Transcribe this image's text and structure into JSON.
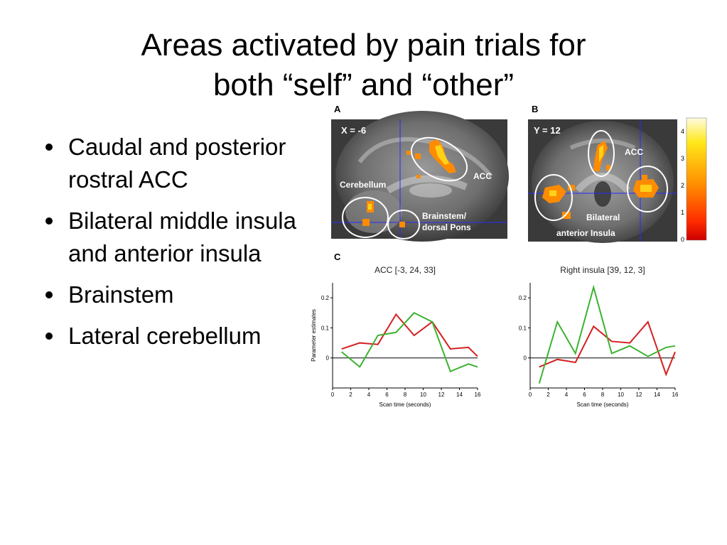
{
  "slide": {
    "title_line1": "Areas activated by pain trials for",
    "title_line2": "both “self” and “other”",
    "bullets": [
      "Caudal and posterior rostral ACC",
      "Bilateral middle insula and anterior insula",
      "Brainstem",
      "Lateral cerebellum"
    ]
  },
  "figure": {
    "panel_a": {
      "letter": "A",
      "coord": "X = -6",
      "labels": {
        "acc": "ACC",
        "cerebellum": "Cerebellum",
        "brainstem_1": "Brainstem/",
        "brainstem_2": "dorsal Pons"
      }
    },
    "panel_b": {
      "letter": "B",
      "coord": "Y = 12",
      "labels": {
        "acc": "ACC",
        "insula_1": "Bilateral",
        "insula_2": "anterior  Insula"
      }
    },
    "colorbar_ticks": [
      "4",
      "3",
      "2",
      "1",
      "0"
    ],
    "panel_c_letter": "C",
    "colors": {
      "series_red": "#d42020",
      "series_green": "#3cb330",
      "activation_hot": "#ff8c00",
      "activation_core": "#ffd21a"
    }
  },
  "chart_data": [
    {
      "type": "line",
      "title": "ACC [-3, 24, 33]",
      "xlabel": "Scan time (seconds)",
      "ylabel": "Parameter estimates",
      "xlim": [
        0,
        16
      ],
      "ylim": [
        -0.1,
        0.25
      ],
      "x_ticks": [
        0,
        2,
        4,
        6,
        8,
        10,
        12,
        14,
        16
      ],
      "y_ticks": [
        0,
        0.1,
        0.2
      ],
      "x_tick_labels": [
        "0",
        "2",
        "4",
        "6",
        "8",
        "10",
        "12",
        "14",
        "16"
      ],
      "y_tick_labels": [
        "0",
        "0.1",
        "0.2"
      ],
      "series": [
        {
          "color": "#d42020",
          "x": [
            1,
            3,
            5,
            7,
            9,
            11,
            13,
            15,
            16
          ],
          "y": [
            0.03,
            0.05,
            0.045,
            0.145,
            0.075,
            0.12,
            0.03,
            0.035,
            0.005
          ]
        },
        {
          "color": "#3cb330",
          "x": [
            1,
            3,
            5,
            7,
            9,
            11,
            13,
            15,
            16
          ],
          "y": [
            0.02,
            -0.03,
            0.075,
            0.085,
            0.15,
            0.12,
            -0.045,
            -0.02,
            -0.03
          ]
        }
      ]
    },
    {
      "type": "line",
      "title": "Right insula [39, 12, 3]",
      "xlabel": "Scan time (seconds)",
      "ylabel": "",
      "xlim": [
        0,
        16
      ],
      "ylim": [
        -0.1,
        0.25
      ],
      "x_ticks": [
        0,
        2,
        4,
        6,
        8,
        10,
        12,
        14,
        16
      ],
      "y_ticks": [
        0,
        0.1,
        0.2
      ],
      "x_tick_labels": [
        "0",
        "2",
        "4",
        "6",
        "8",
        "10",
        "12",
        "14",
        "16"
      ],
      "y_tick_labels": [
        "0",
        "0.1",
        "0.2"
      ],
      "series": [
        {
          "color": "#d42020",
          "x": [
            1,
            3,
            5,
            7,
            9,
            11,
            13,
            15,
            16
          ],
          "y": [
            -0.03,
            -0.005,
            -0.015,
            0.105,
            0.055,
            0.05,
            0.12,
            -0.055,
            0.02
          ]
        },
        {
          "color": "#3cb330",
          "x": [
            1,
            3,
            5,
            7,
            9,
            11,
            13,
            15,
            16
          ],
          "y": [
            -0.085,
            0.12,
            0.015,
            0.235,
            0.015,
            0.04,
            0.005,
            0.035,
            0.04
          ]
        }
      ]
    }
  ]
}
